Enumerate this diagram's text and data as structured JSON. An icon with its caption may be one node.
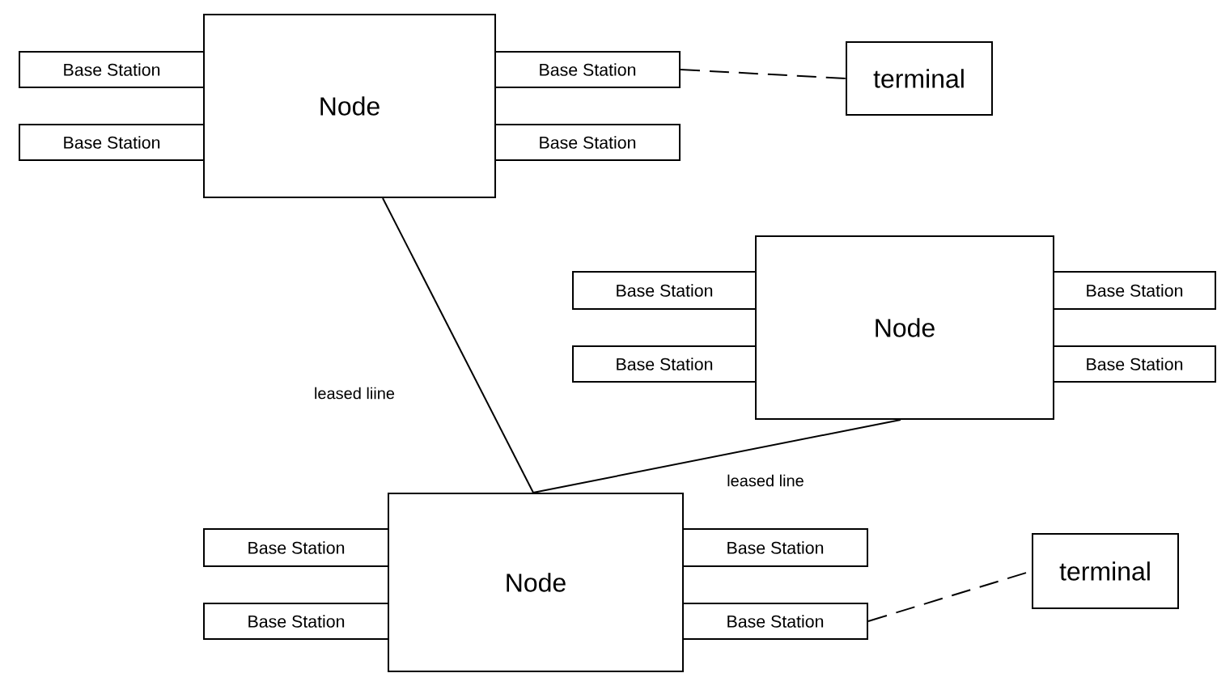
{
  "diagram": {
    "nodes": [
      {
        "text": [
          "Node"
        ]
      },
      {
        "text": [
          "Base Station"
        ]
      },
      {
        "text": [
          "Base Station"
        ]
      },
      {
        "text": [
          "Base Station"
        ]
      },
      {
        "text": [
          "Base Station"
        ]
      },
      {
        "text": [
          "terminal"
        ]
      },
      {
        "text": [
          "Node"
        ]
      },
      {
        "text": [
          "Base Station"
        ]
      },
      {
        "text": [
          "Base Station"
        ]
      },
      {
        "text": [
          "Base Station"
        ]
      },
      {
        "text": [
          "Base Station"
        ]
      },
      {
        "text": [
          "Node"
        ]
      },
      {
        "text": [
          "Base Station"
        ]
      },
      {
        "text": [
          "Base Station"
        ]
      },
      {
        "text": [
          "Base Station"
        ]
      },
      {
        "text": [
          "Base Station"
        ]
      },
      {
        "text": [
          "terminal"
        ]
      }
    ],
    "edges": [
      {
        "from": 0,
        "to": 11,
        "arrow": "none",
        "label": "leased liine"
      },
      {
        "from": 6,
        "to": 11,
        "arrow": "none",
        "label": "leased line"
      },
      {
        "from": 2,
        "to": 5,
        "arrow": "none",
        "style": "dashed"
      },
      {
        "from": 15,
        "to": 16,
        "arrow": "none",
        "style": "dashed"
      }
    ]
  }
}
